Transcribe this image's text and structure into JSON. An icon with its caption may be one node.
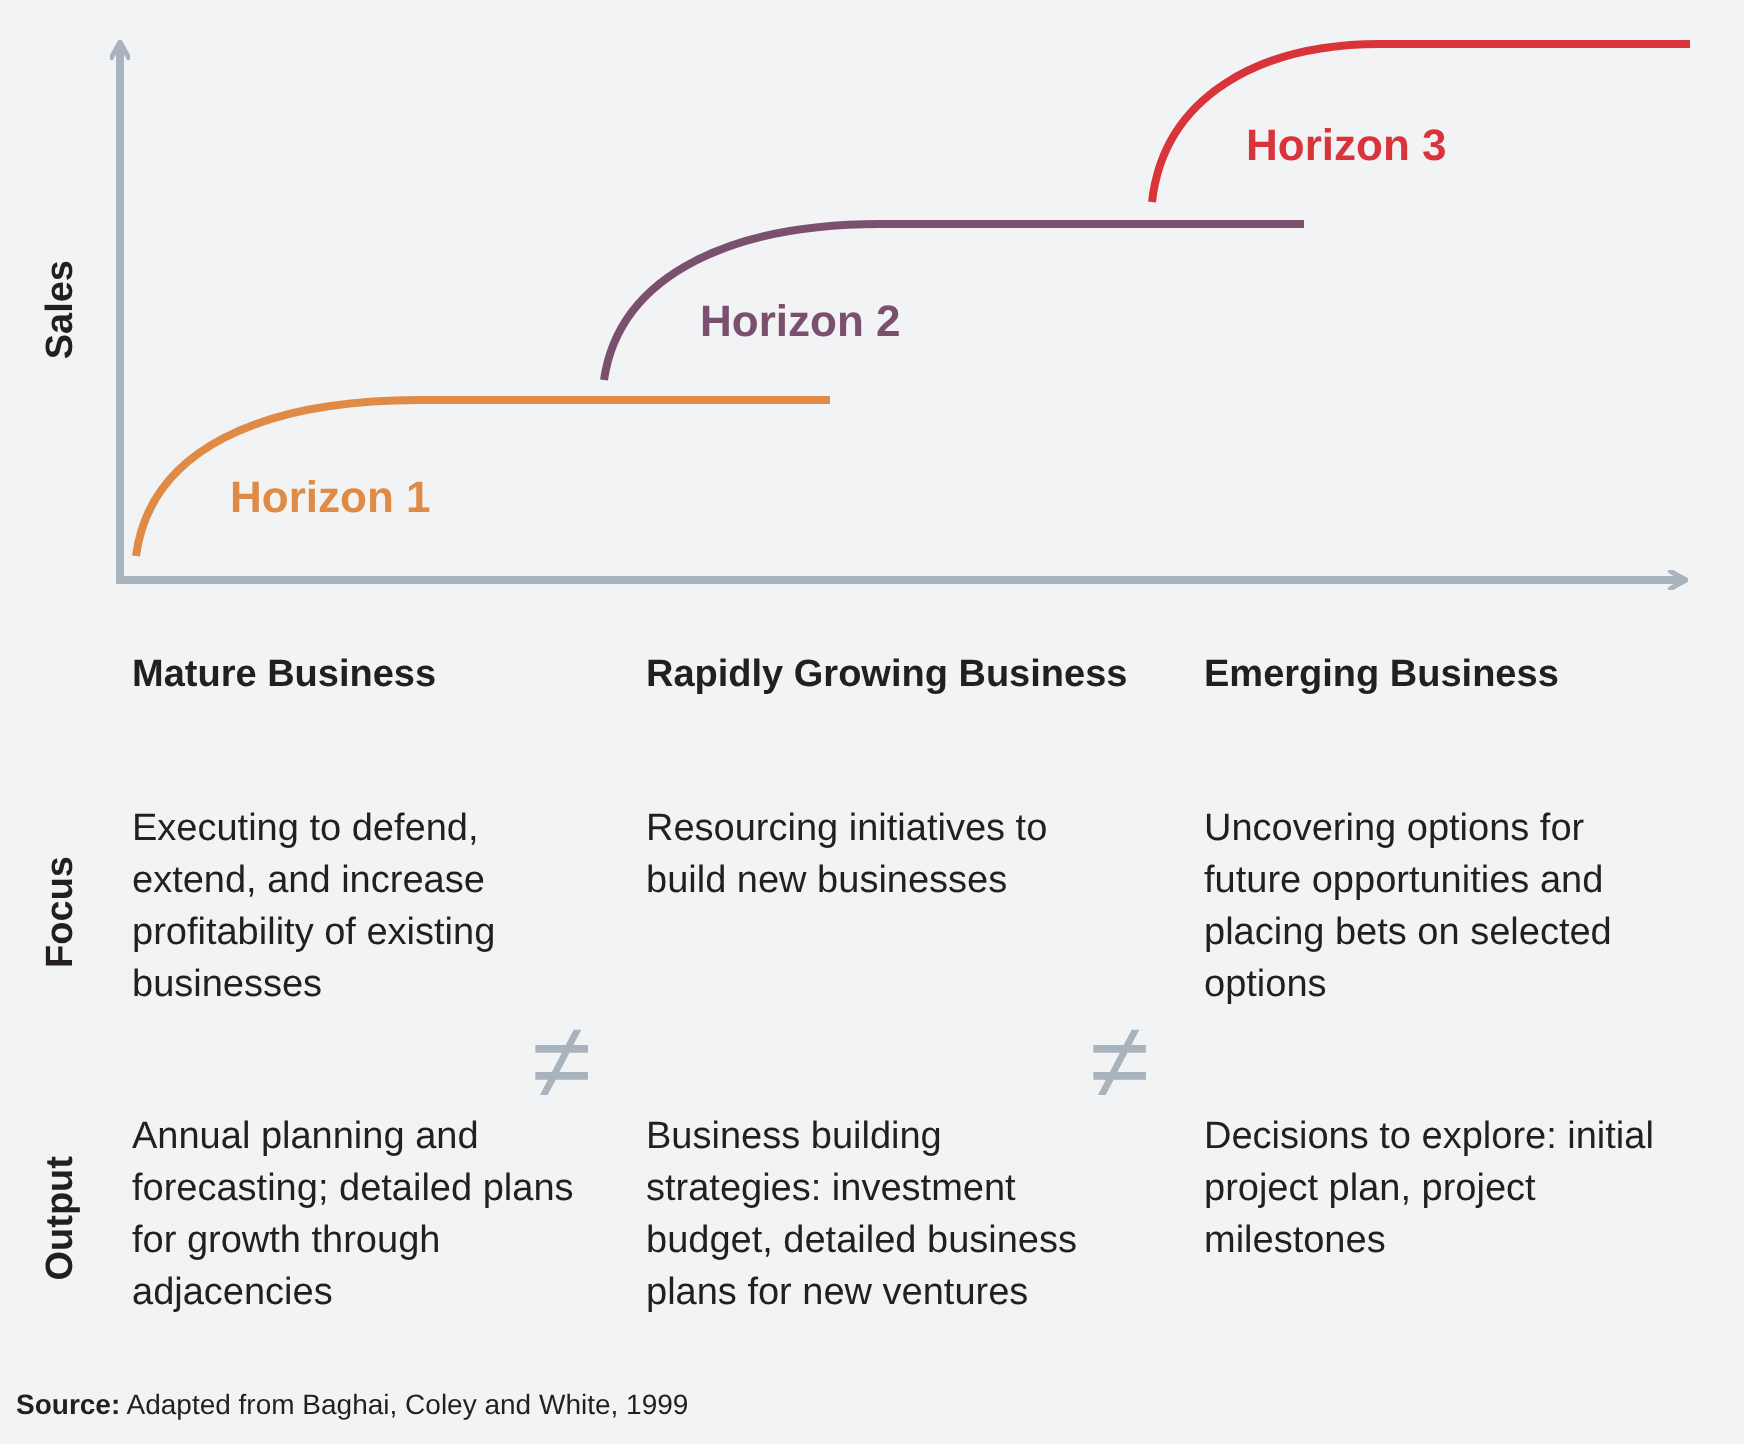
{
  "diagram": {
    "caption": "**Source:** Adapted from Baghai, Coley and White, 1999",
    "labels": [
      "Sales",
      "Horizon 1",
      "Horizon 2",
      "Horizon 3",
      "Mature Business",
      "Rapidly Growing Business",
      "Emerging Business",
      "Focus",
      "Executing to defend, extend, and increase profitability of existing businesses",
      "Resourcing initiatives to build new businesses",
      "Uncovering options for future opportunities and placing bets on selected options",
      "≠",
      "≠",
      "Output",
      "Annual planning and forecasting; detailed plans for growth through adjacencies",
      "Business building strategies: investment budget, detailed business plans for new ventures",
      "Decisions to explore: initial project plan, project milestones"
    ]
  }
}
